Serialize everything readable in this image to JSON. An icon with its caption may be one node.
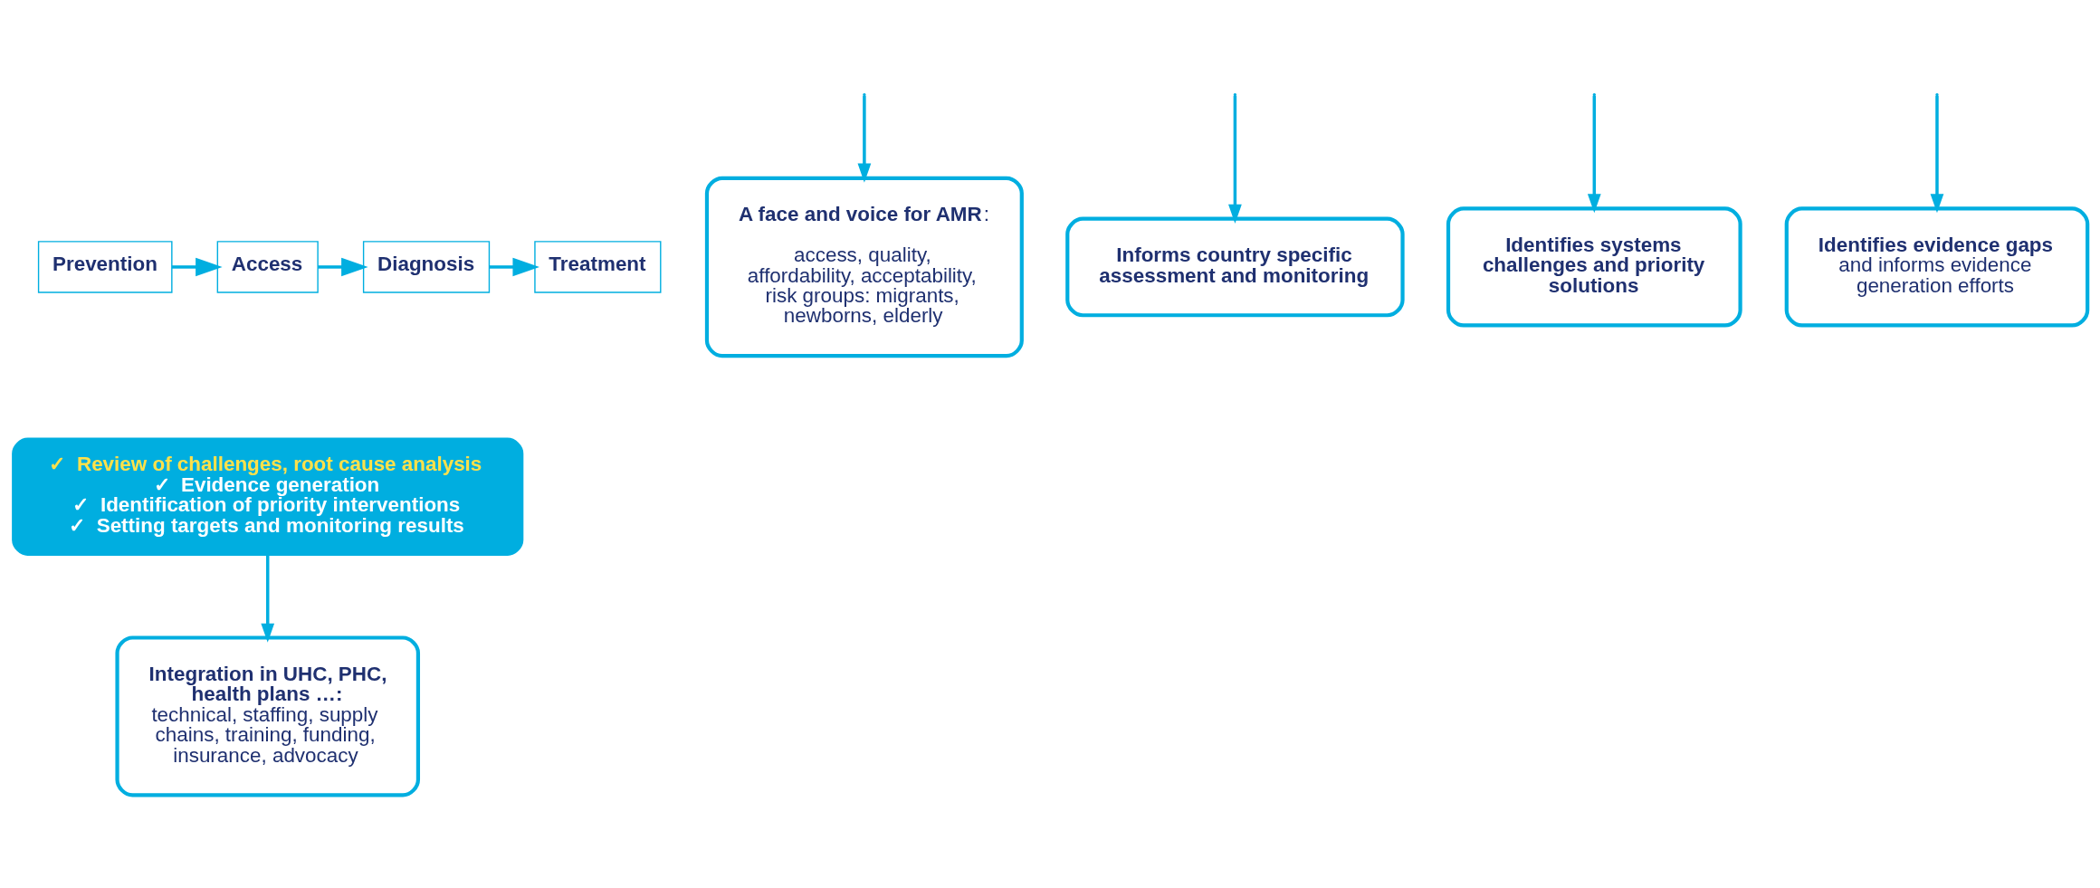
{
  "diagram": {
    "nodes": [
      {
        "text": [
          "Prevention"
        ]
      },
      {
        "text": [
          "Access"
        ]
      },
      {
        "text": [
          "Diagnosis"
        ]
      },
      {
        "text": [
          "Treatment"
        ]
      },
      {
        "text": [
          "✓  Review of challenges, root cause analysis",
          "✓  Evidence generation",
          "✓  Identification of priority interventions",
          "✓  Setting targets and monitoring results"
        ]
      },
      {
        "text": [
          "**A face and voice for AMR**:",
          "access, quality, affordability, acceptability, risk groups: migrants, newborns, elderly"
        ]
      },
      {
        "text": [
          "Informs country specific assessment and monitoring"
        ]
      },
      {
        "text": [
          "Identifies systems challenges and priority solutions"
        ]
      },
      {
        "text": [
          "Integration in UHC, PHC, health plans …:",
          "technical, staffing, supply chains, training, funding, insurance, advocacy"
        ]
      },
      {
        "text": [
          "Identifies evidence gaps",
          "and informs evidence generation efforts"
        ]
      }
    ],
    "edges": [
      {
        "from": 0,
        "to": 1,
        "arrow": "to"
      },
      {
        "from": 1,
        "to": 2,
        "arrow": "to"
      },
      {
        "from": 2,
        "to": 3,
        "arrow": "to"
      },
      {
        "from": null,
        "to": 5,
        "arrow": "to"
      },
      {
        "from": null,
        "to": 6,
        "arrow": "to"
      },
      {
        "from": null,
        "to": 7,
        "arrow": "to"
      },
      {
        "from": 4,
        "to": 8,
        "arrow": "to"
      },
      {
        "from": null,
        "to": 9,
        "arrow": "to"
      }
    ]
  }
}
